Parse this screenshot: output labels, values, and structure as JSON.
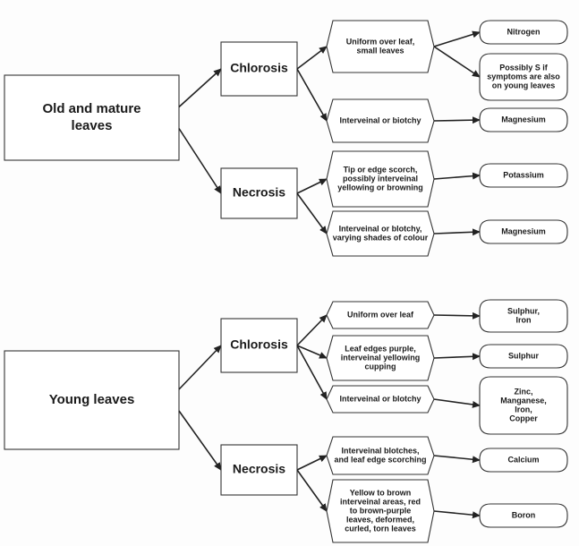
{
  "groups": [
    {
      "root": [
        "Old and mature",
        "leaves"
      ],
      "branches": [
        {
          "label": "Chlorosis",
          "symptoms": [
            {
              "text": [
                "Uniform over leaf,",
                "small leaves"
              ],
              "results": [
                [
                  "Nitrogen"
                ],
                [
                  "Possibly S if",
                  "symptoms are also",
                  "on young leaves"
                ]
              ]
            },
            {
              "text": [
                "Interveinal or biotchy"
              ],
              "results": [
                [
                  "Magnesium"
                ]
              ]
            }
          ]
        },
        {
          "label": "Necrosis",
          "symptoms": [
            {
              "text": [
                "Tip or edge scorch,",
                "possibly interveinal",
                "yellowing or browning"
              ],
              "results": [
                [
                  "Potassium"
                ]
              ]
            },
            {
              "text": [
                "Interveinal or blotchy,",
                "varying shades of colour"
              ],
              "results": [
                [
                  "Magnesium"
                ]
              ]
            }
          ]
        }
      ]
    },
    {
      "root": [
        "Young leaves"
      ],
      "branches": [
        {
          "label": "Chlorosis",
          "symptoms": [
            {
              "text": [
                "Uniform over leaf"
              ],
              "results": [
                [
                  "Sulphur,",
                  "Iron"
                ]
              ]
            },
            {
              "text": [
                "Leaf edges purple,",
                "interveinal yellowing",
                "cupping"
              ],
              "results": [
                [
                  "Sulphur"
                ]
              ]
            },
            {
              "text": [
                "Interveinal or blotchy"
              ],
              "results": [
                [
                  "Zinc,",
                  "Manganese,",
                  "Iron,",
                  "Copper"
                ]
              ]
            }
          ]
        },
        {
          "label": "Necrosis",
          "symptoms": [
            {
              "text": [
                "Interveinal blotches,",
                "and leaf edge scorching"
              ],
              "results": [
                [
                  "Calcium"
                ]
              ]
            },
            {
              "text": [
                "Yellow to brown",
                "interveinal areas, red",
                "to brown-purple",
                "leaves, deformed,",
                "curled, torn leaves"
              ],
              "results": [
                [
                  "Boron"
                ]
              ]
            }
          ]
        }
      ]
    }
  ]
}
